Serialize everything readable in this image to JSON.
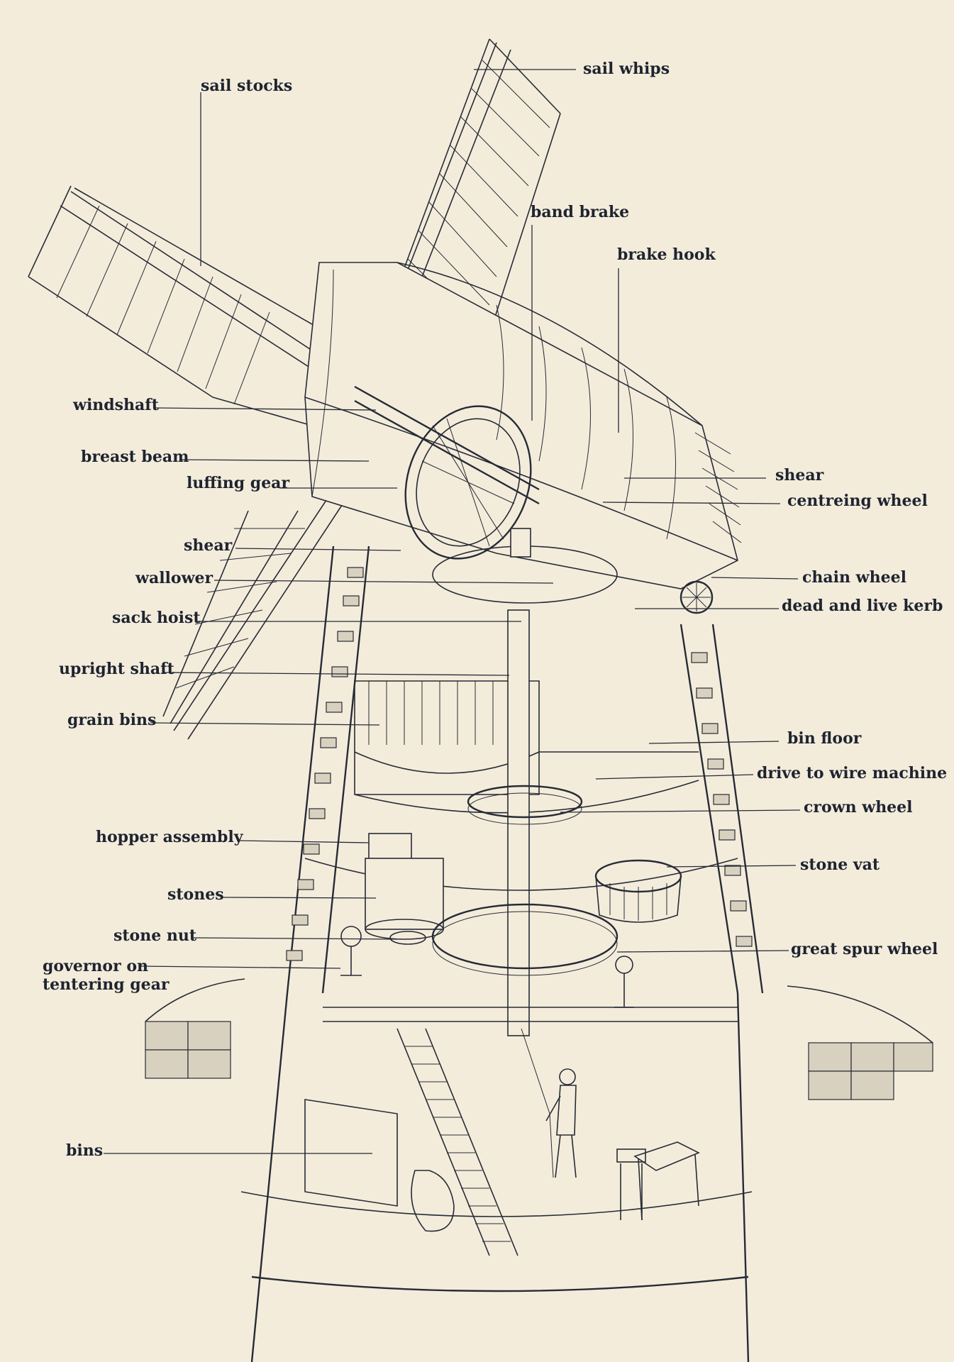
{
  "labels": {
    "sail_stocks": "sail stocks",
    "sail_whips": "sail whips",
    "band_brake": "band brake",
    "brake_hook": "brake hook",
    "windshaft": "windshaft",
    "breast_beam": "breast beam",
    "luffing_gear": "luffing gear",
    "shear_upper": "shear",
    "centreing_wheel": "centreing wheel",
    "shear_lower": "shear",
    "wallower": "wallower",
    "chain_wheel": "chain wheel",
    "dead_and_live_kerb": "dead and live kerb",
    "sack_hoist": "sack hoist",
    "upright_shaft": "upright shaft",
    "grain_bins": "grain bins",
    "bin_floor": "bin floor",
    "drive_to_wire_machine": "drive to wire machine",
    "crown_wheel": "crown wheel",
    "hopper_assembly": "hopper assembly",
    "stone_vat": "stone vat",
    "stones": "stones",
    "stone_nut": "stone nut",
    "great_spur_wheel": "great spur wheel",
    "governor_on_tentering_gear": "governor on tentering gear",
    "bins": "bins"
  }
}
